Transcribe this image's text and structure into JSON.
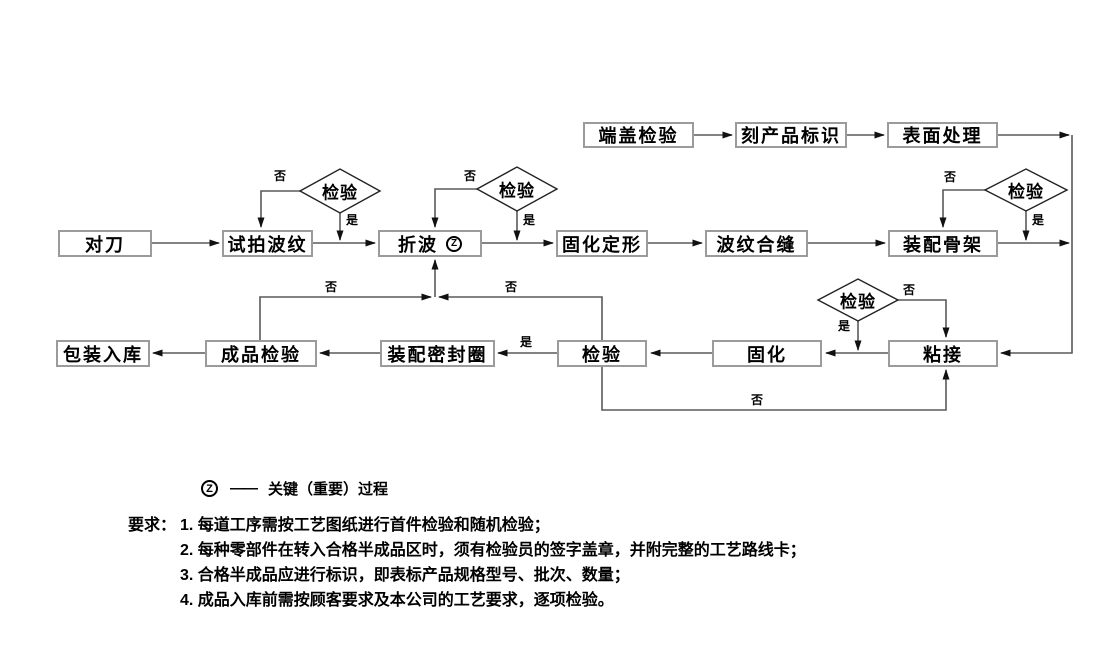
{
  "labels": {
    "yes": "是",
    "no": "否"
  },
  "flow": {
    "decision": "检验",
    "top_row": [
      {
        "label": "端盖检验"
      },
      {
        "label": "刻产品标识"
      },
      {
        "label": "表面处理"
      }
    ],
    "main_row": [
      {
        "label": "对刀"
      },
      {
        "label": "试拍波纹"
      },
      {
        "label": "折波",
        "mark": "Z"
      },
      {
        "label": "固化定形"
      },
      {
        "label": "波纹合缝"
      },
      {
        "label": "装配骨架"
      }
    ],
    "bottom_row": [
      {
        "label": "包装入库"
      },
      {
        "label": "成品检验"
      },
      {
        "label": "装配密封圈"
      },
      {
        "label": "检验"
      },
      {
        "label": "固化"
      },
      {
        "label": "粘接"
      }
    ]
  },
  "legend": {
    "symbol": "Z",
    "dash": "——",
    "text": "关键（重要）过程"
  },
  "notes": {
    "title": "要求：",
    "items": [
      "1. 每道工序需按工艺图纸进行首件检验和随机检验；",
      "2. 每种零部件在转入合格半成品区时，须有检验员的签字盖章，并附完整的工艺路线卡；",
      "3. 合格半成品应进行标识，即表标产品规格型号、批次、数量；",
      "4. 成品入库前需按顾客要求及本公司的工艺要求，逐项检验。"
    ]
  },
  "colors": {
    "line": "#5a5a5a",
    "box_border": "#9b9b9b",
    "text": "#000000",
    "background": "#ffffff"
  }
}
